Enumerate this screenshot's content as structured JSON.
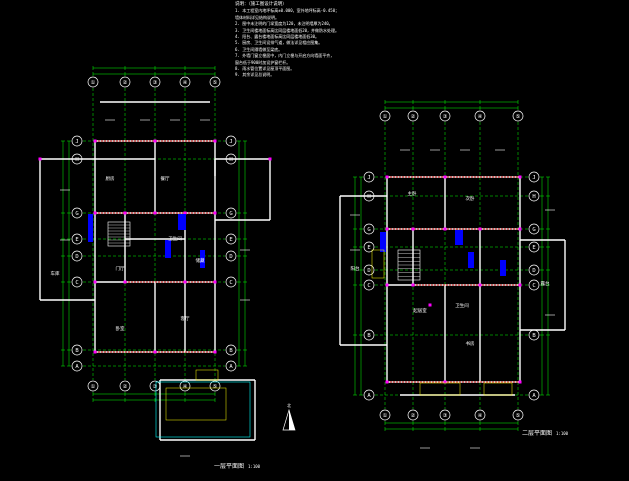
{
  "drawing": {
    "background": "#000000",
    "colors": {
      "axis_line": "#00ff00",
      "axis_bubble": "#ffffff",
      "wall": "#ffffff",
      "wall_fill": "#0000ff",
      "dimension": "#00ff00",
      "column": "#ff00ff",
      "red_line": "#ff0000",
      "yellow_line": "#ffff00",
      "cyan": "#00ffff",
      "text": "#ffffff"
    },
    "notes": {
      "title": "说明：（施工图设计说明）",
      "lines": [
        "1. 本工程室内地坪标高±0.000，室外地坪标高-0.450；",
        "   墙体材料详见结构说明。",
        "2. 图中未注明的门垛宽度为120，未注明墙厚为240。",
        "3. 卫生间楼地面标高比同层楼地面低20，并做防水处理。",
        "4. 阳台、露台楼地面标高比同层楼地面低30。",
        "5. 厨房、卫生间设排气道，做法详见相应图集。",
        "6. 卫生间隔墙做至梁底。",
        "7. 外墙门窗立樘居中，内门立樘与开启方向墙面平齐，",
        "   窗台低于900时加设护窗栏杆。",
        "8. 雨水管位置详见屋顶平面图。",
        "9. 其余详见总说明。"
      ]
    },
    "plans": [
      {
        "id": "first-floor",
        "title": "一层平面图",
        "scale": "1:100",
        "top_axes": [
          "①",
          "②",
          "③",
          "④",
          "⑤"
        ],
        "bottom_axes": [
          "①",
          "②",
          "③",
          "④",
          "⑤"
        ],
        "left_axes": [
          "J",
          "H",
          "G",
          "E",
          "D",
          "C",
          "B",
          "A"
        ],
        "right_axes": [
          "J",
          "H",
          "G",
          "E",
          "D",
          "C",
          "B",
          "A"
        ],
        "rooms": [
          "厨房",
          "餐厅",
          "客厅",
          "卧室",
          "卫生间",
          "车库",
          "储藏",
          "门厅"
        ]
      },
      {
        "id": "second-floor",
        "title": "二层平面图",
        "scale": "1:100",
        "top_axes": [
          "①",
          "②",
          "③",
          "④",
          "⑤"
        ],
        "bottom_axes": [
          "①",
          "②",
          "③",
          "④",
          "⑤"
        ],
        "left_axes": [
          "J",
          "H",
          "G",
          "E",
          "D",
          "C",
          "B",
          "A"
        ],
        "right_axes": [
          "J",
          "H",
          "G",
          "E",
          "D",
          "C",
          "B",
          "A"
        ],
        "rooms": [
          "主卧",
          "次卧",
          "书房",
          "卫生间",
          "起居室",
          "阳台",
          "露台"
        ]
      }
    ],
    "north_label": "北"
  }
}
